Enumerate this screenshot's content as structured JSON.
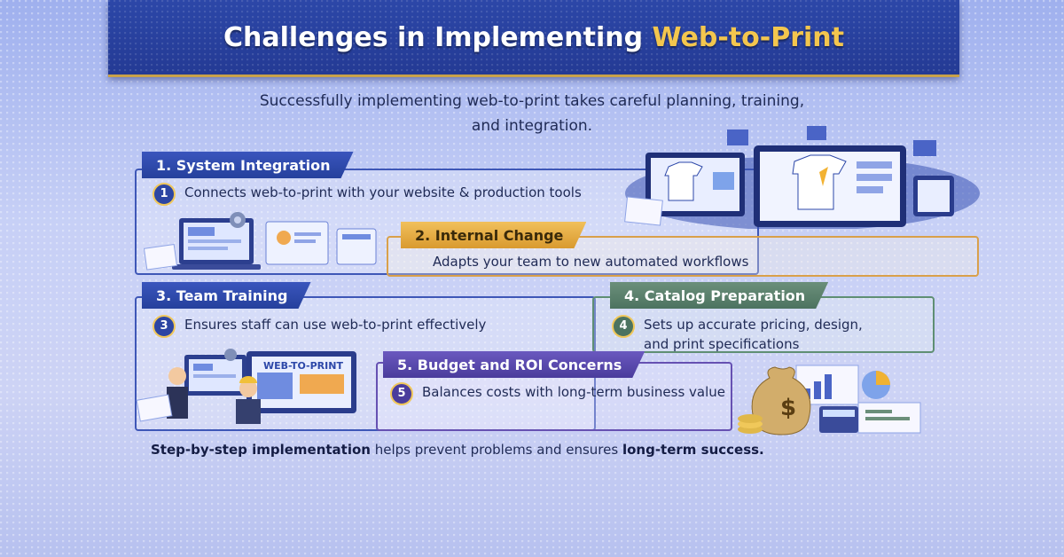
{
  "title": {
    "prefix": "Challenges in Implementing ",
    "highlight": "Web-to-Print"
  },
  "intro": {
    "line1": "Successfully implementing web-to-print takes careful planning, training,",
    "line2": "and integration."
  },
  "sections": [
    {
      "tag": "1.  System Integration",
      "badge": "1",
      "text": "Connects web-to-print with your website & production tools"
    },
    {
      "tag": "2.  Internal Change",
      "text": "Adapts your team to new automated workflows"
    },
    {
      "tag": "3.  Team Training",
      "badge": "3",
      "text": "Ensures staff can use web-to-print effectively"
    },
    {
      "tag": "4.  Catalog Preparation",
      "badge": "4",
      "text_line1": "Sets up accurate pricing, design,",
      "text_line2": "and print specifications"
    },
    {
      "tag": "5.  Budget and ROI Concerns",
      "badge": "5",
      "text": "Balances costs with long-term business value"
    }
  ],
  "screen_label": "WEB-TO-PRINT",
  "footer": {
    "bold1": "Step-by-step implementation",
    "middle": " helps prevent problems and ensures ",
    "bold2": "long-term success."
  },
  "colors": {
    "brand_blue": "#2c47a8",
    "gold": "#f3c64e",
    "orange": "#d99a2f",
    "green": "#4c7360",
    "purple": "#4a3c9c"
  }
}
